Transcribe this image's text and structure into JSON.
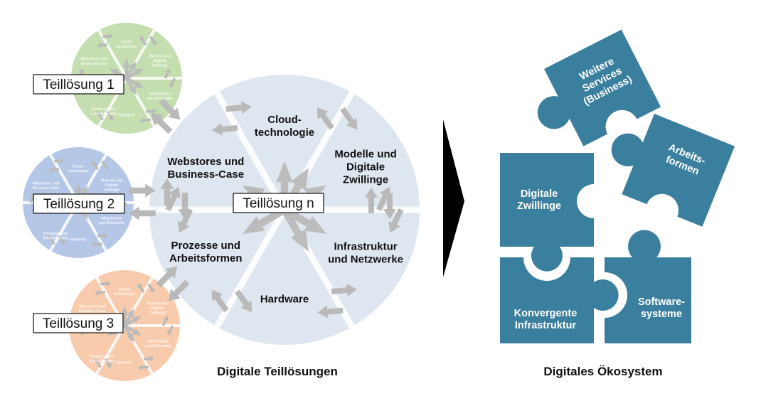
{
  "colors": {
    "big_circle": "#dee6ef",
    "green_circle": "#c5deb0",
    "blue_circle": "#b4c7e7",
    "orange_circle": "#f8cbad",
    "arrow_gray": "#b9b9b9",
    "puzzle": "#3b7f9e",
    "black_arrow": "#000000"
  },
  "segments": [
    {
      "id": "cloud",
      "lines": [
        "Cloud-",
        "technologie"
      ]
    },
    {
      "id": "modelle",
      "lines": [
        "Modelle und",
        "Digitale",
        "Zwillinge"
      ]
    },
    {
      "id": "infrastruktur",
      "lines": [
        "Infrastruktur",
        "und Netzwerke"
      ]
    },
    {
      "id": "hardware",
      "lines": [
        "Hardware"
      ]
    },
    {
      "id": "prozesse",
      "lines": [
        "Prozesse und",
        "Arbeitsformen"
      ]
    },
    {
      "id": "webstores",
      "lines": [
        "Webstores und",
        "Business-Case"
      ]
    }
  ],
  "teilloesungen": [
    {
      "id": "t1",
      "label": "Teillösung  1",
      "color_key": "green_circle"
    },
    {
      "id": "t2",
      "label": "Teillösung  2",
      "color_key": "blue_circle"
    },
    {
      "id": "t3",
      "label": "Teillösung  3",
      "color_key": "orange_circle"
    }
  ],
  "central": {
    "label": "Teillösung  n"
  },
  "captions": {
    "left": "Digitale  Teillösungen",
    "right": "Digitales  Ökosystem"
  },
  "puzzle_pieces": [
    {
      "id": "weitere-services",
      "lines": [
        "Weitere",
        "Services",
        "(Business)"
      ]
    },
    {
      "id": "arbeitsformen",
      "lines": [
        "Arbeits-",
        "formen"
      ]
    },
    {
      "id": "digitale-zwillinge",
      "lines": [
        "Digitale",
        "Zwillinge"
      ]
    },
    {
      "id": "konvergente-infrastruktur",
      "lines": [
        "Konvergente",
        "Infrastruktur"
      ]
    },
    {
      "id": "softwaresysteme",
      "lines": [
        "Software-",
        "systeme"
      ]
    }
  ]
}
